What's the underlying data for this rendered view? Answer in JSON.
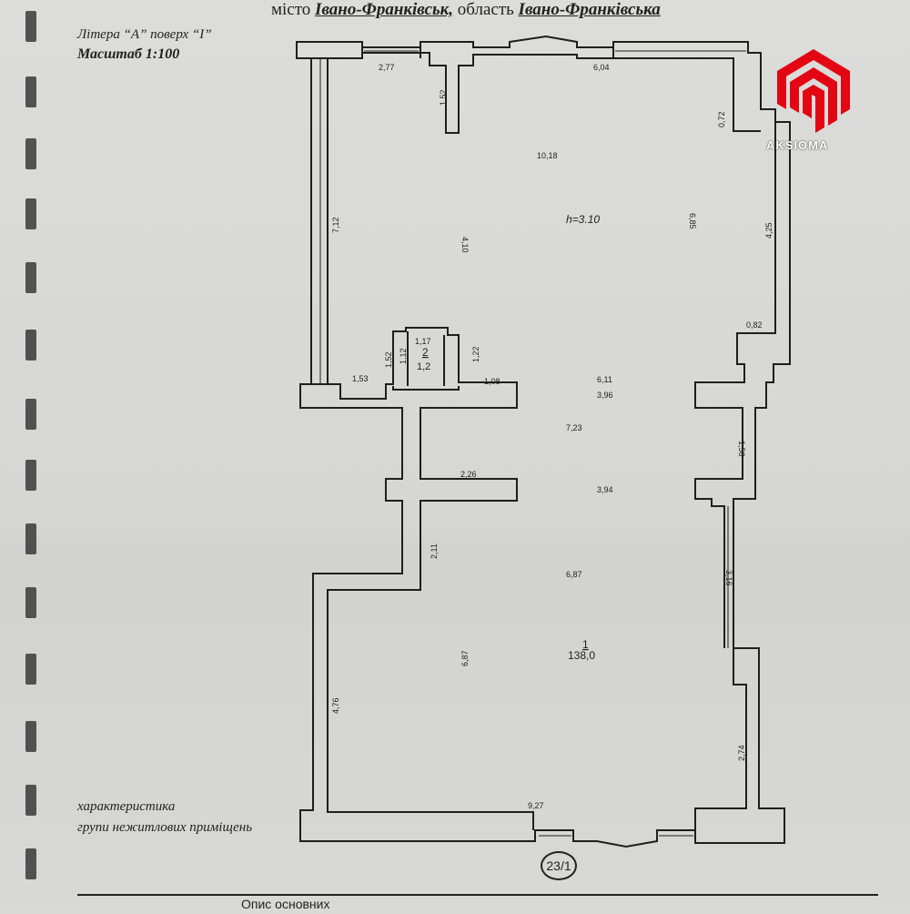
{
  "header": {
    "city_label": "місто",
    "city": "Івано-Франківськ,",
    "region_label": "область",
    "region": "Івано-Франківська",
    "litera": "Літера “А” поверх “І”",
    "scale": "Масштаб 1:100"
  },
  "logo": {
    "text": "AKSIOMA",
    "color": "#e30613"
  },
  "footer": {
    "characteristic_line1": "характеристика",
    "characteristic_line2": "групи нежитлових приміщень",
    "stamp": "23/1",
    "table_heading": "Опис основних"
  },
  "room_1": {
    "number": "1",
    "area": "138,0"
  },
  "room_2": {
    "number": "2",
    "area": "1,2"
  },
  "ceiling_height": "h=3.10",
  "dimensions": {
    "top_left_width": "2,77",
    "top_notch": "1,52",
    "top_right_width": "6,04",
    "inner_top": "10,18",
    "right_small": "0,72",
    "left_wall": "7,12",
    "inner_column": "4,10",
    "inner_right": "6,85",
    "right_wall": "4,25",
    "right_step": "0,82",
    "wc_top": "1,17",
    "wc_left_ext": "1,52",
    "wc_left_int": "1,12",
    "wc_right": "1,22",
    "left_pier": "1,53",
    "mid_pier": "1,08",
    "width_611": "6,11",
    "width_396": "3,96",
    "height_723": "7,23",
    "right_pier": "1,56",
    "mid_wall": "2,26",
    "width_394": "3,94",
    "lower_left": "2,11",
    "lower_width": "6,87",
    "right_lower": "3,16",
    "lower_height": "6,87",
    "left_lower": "4,76",
    "right_bottom": "2,74",
    "bottom_width": "9,27"
  }
}
